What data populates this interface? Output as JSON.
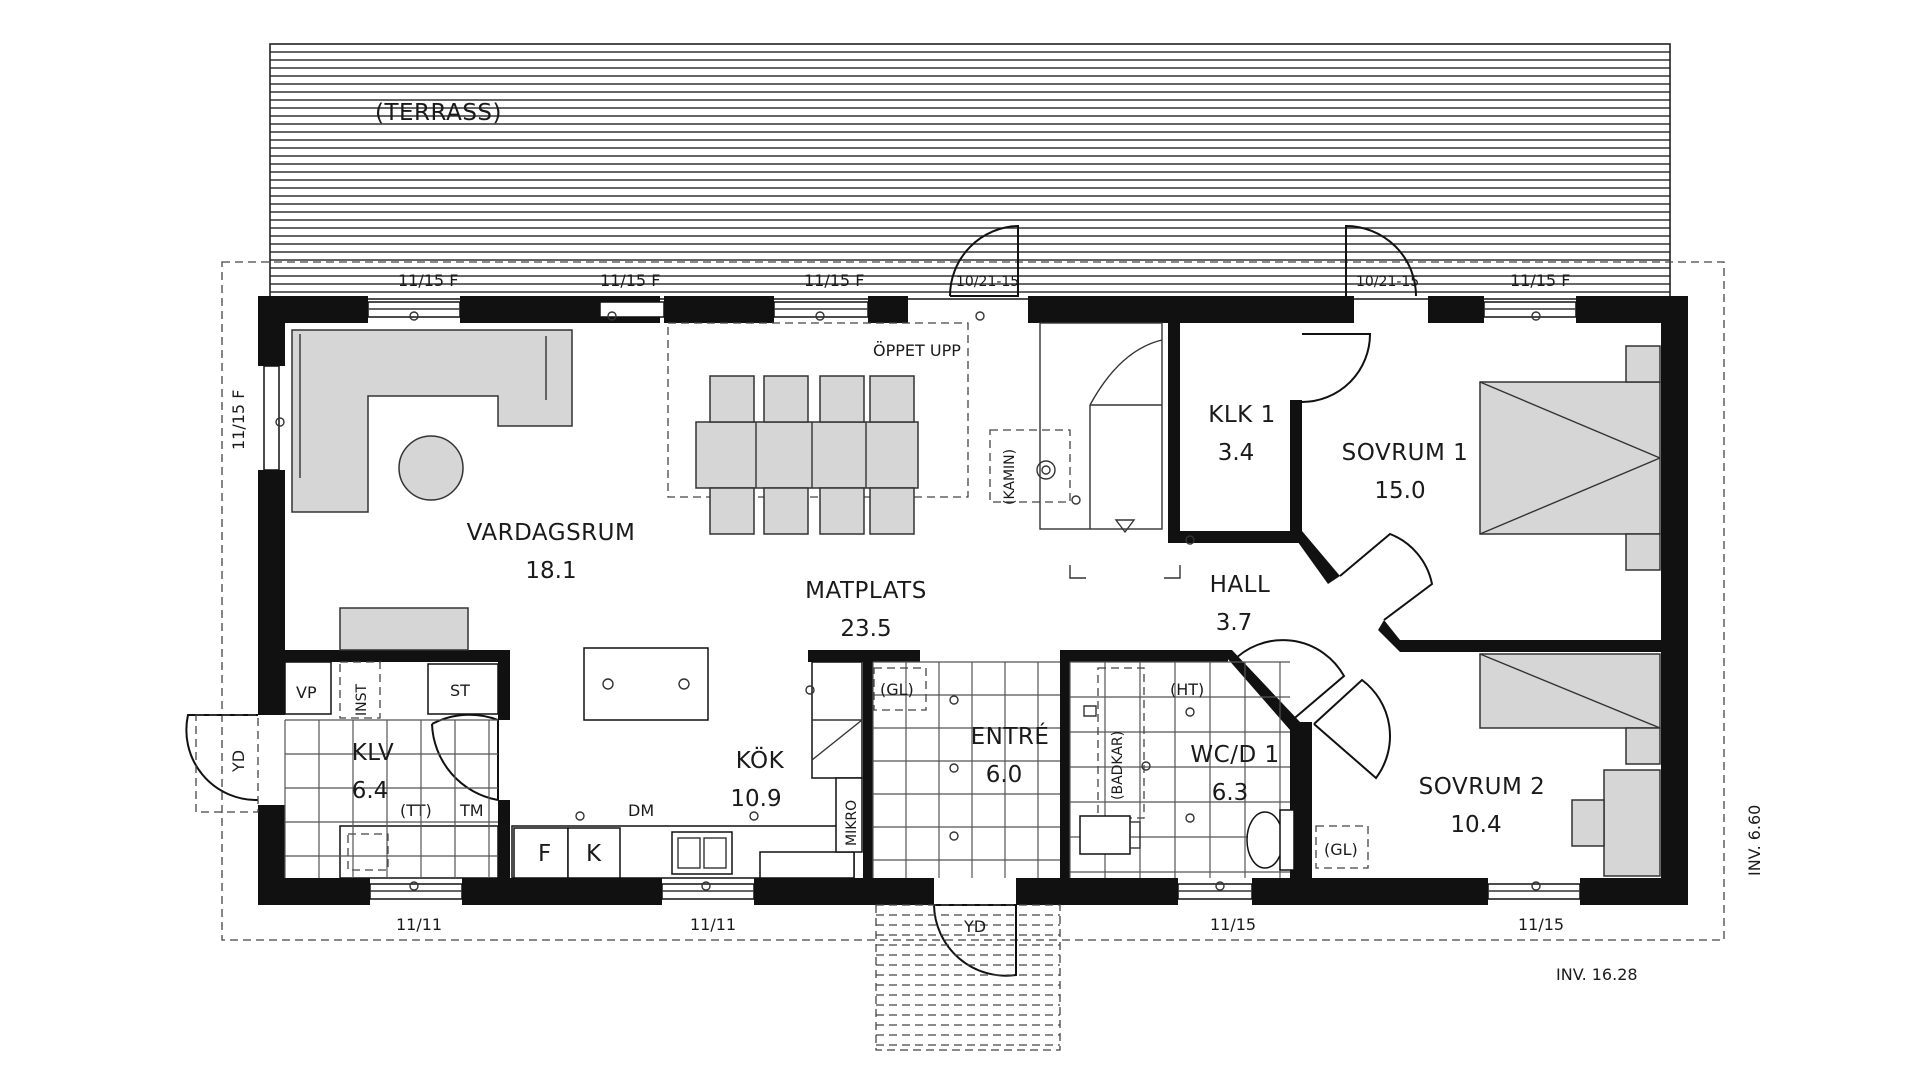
{
  "terrace": {
    "label": "(TERRASS)"
  },
  "rooms": [
    {
      "id": "vardagsrum",
      "name": "VARDAGSRUM",
      "area": "18.1"
    },
    {
      "id": "matplats",
      "name": "MATPLATS",
      "area": "23.5"
    },
    {
      "id": "kok",
      "name": "KÖK",
      "area": "10.9"
    },
    {
      "id": "klv",
      "name": "KLV",
      "area": "6.4"
    },
    {
      "id": "entre",
      "name": "ENTRÉ",
      "area": "6.0"
    },
    {
      "id": "wcd1",
      "name": "WC/D 1",
      "area": "6.3"
    },
    {
      "id": "hall",
      "name": "HALL",
      "area": "3.7"
    },
    {
      "id": "klk1",
      "name": "KLK 1",
      "area": "3.4"
    },
    {
      "id": "sovrum1",
      "name": "SOVRUM 1",
      "area": "15.0"
    },
    {
      "id": "sovrum2",
      "name": "SOVRUM 2",
      "area": "10.4"
    }
  ],
  "windows": {
    "north": [
      "11/15 F",
      "11/15 F",
      "11/15 F",
      "11/15 F"
    ],
    "west": "11/15 F",
    "south": [
      "11/11",
      "11/11",
      "11/15",
      "11/15"
    ]
  },
  "doors": {
    "terrace_1": "10/21-15",
    "terrace_2": "10/21-15",
    "yd_west": "YD",
    "yd_south": "YD"
  },
  "annotations": {
    "oppet_upp": "ÖPPET UPP",
    "kamin": "(KAMIN)",
    "vp": "VP",
    "inst": "INST",
    "st": "ST",
    "tt": "(TT)",
    "tm": "TM",
    "dm": "DM",
    "f": "F",
    "k": "K",
    "mikro": "MIKRO",
    "gl_entre": "(GL)",
    "gl_bath": "(GL)",
    "ht": "(HT)",
    "badkar": "(BADKAR)"
  },
  "dimensions": {
    "inv_vertical": "INV. 6.60",
    "inv_horizontal": "INV. 16.28"
  }
}
